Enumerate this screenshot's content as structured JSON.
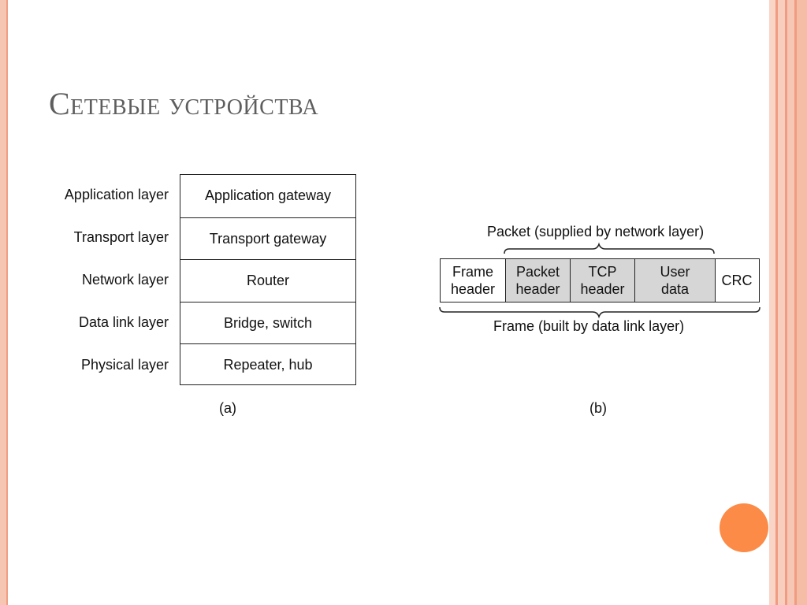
{
  "slide": {
    "title": "Сетевые устройства"
  },
  "diagram_a": {
    "layers": [
      "Application layer",
      "Transport layer",
      "Network layer",
      "Data link layer",
      "Physical layer"
    ],
    "devices": [
      "Application gateway",
      "Transport gateway",
      "Router",
      "Bridge, switch",
      "Repeater, hub"
    ],
    "caption": "(a)"
  },
  "diagram_b": {
    "packet_label": "Packet (supplied by network layer)",
    "frame_label": "Frame (built by data link layer)",
    "cells": [
      {
        "text": "Frame\nheader",
        "shaded": false
      },
      {
        "text": "Packet\nheader",
        "shaded": true
      },
      {
        "text": "TCP\nheader",
        "shaded": true
      },
      {
        "text": "User\ndata",
        "shaded": true
      },
      {
        "text": "CRC",
        "shaded": false
      }
    ],
    "caption": "(b)"
  },
  "theme": {
    "title_color": "#5e5e5e",
    "accent_orange": "#fb8b47",
    "frame_pink": "#f6c6b3",
    "shade_gray": "#d6d6d6"
  }
}
